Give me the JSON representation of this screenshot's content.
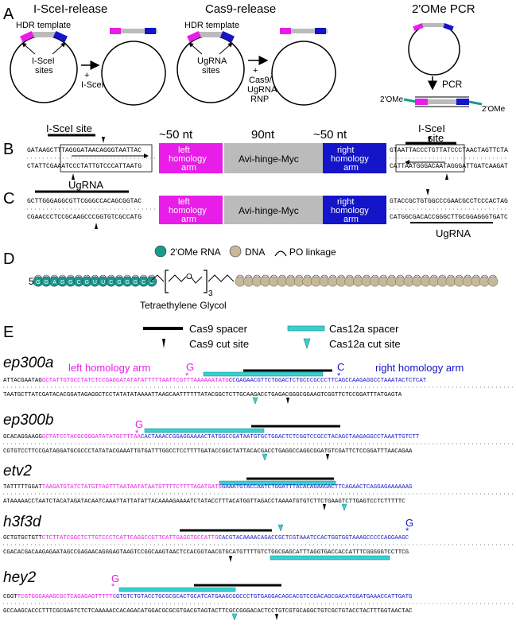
{
  "panels": {
    "A": {
      "letter": "A",
      "iscei": {
        "title": "I-SceI-release",
        "template": "HDR template",
        "sites": "I-SceI sites",
        "site_line1": "I-SceI",
        "site_line2": "sites",
        "plus": "+",
        "enzyme": "I-SceI"
      },
      "cas9": {
        "title": "Cas9-release",
        "template": "HDR template",
        "site_line1": "UgRNA",
        "site_line2": "sites",
        "plus": "+",
        "enz1": "Cas9/",
        "enz2": "UgRNA",
        "enz3": "RNP"
      },
      "pcr": {
        "title": "2'OMe PCR",
        "step": "PCR",
        "left_mod": "2'OMe",
        "right_mod": "2'OMe"
      }
    },
    "B": {
      "letter": "B",
      "left_site": "I-SceI site",
      "left_top": "GATAAGCTTTAGGGATAACAGGGTAATTAC",
      "left_bot": "CTATTCGAAATCCCTATTGTCCCATTAATG",
      "len_left": "~50 nt",
      "len_mid": "90nt",
      "len_right": "~50 nt",
      "box_left_1": "left",
      "box_left_2": "homology",
      "box_left_3": "arm",
      "box_mid": "Avi-hinge-Myc",
      "box_right_1": "right",
      "box_right_2": "homology",
      "box_right_3": "arm",
      "right_site_1": "I-SceI",
      "right_site_2": "site",
      "right_top": "GTAATTACCCTGTTATCCCTAACTAGTTCTA",
      "right_bot": "CATTAATGGGACAATAGGGATTGATCAAGAT"
    },
    "C": {
      "letter": "C",
      "ugrna_left": "UgRNA",
      "left_top": "GCTTGGGAGGCGTTCGGGCCACAGCGGTAC",
      "left_bot": "CGAACCCTCCGCAAGCCCGGTGTCGCCATG",
      "right_top": "GTACCGCTGTGGCCCGAACGCCTCCCACTAG",
      "right_bot": "CATGGCGACACCGGGCTTGCGGAGGGTGATC",
      "ugrna_right": "UgRNA"
    },
    "D": {
      "letter": "D",
      "legend_rna": "2'OMe RNA",
      "legend_dna": "DNA",
      "legend_po": "PO linkage",
      "five_prime": "5'",
      "rna_letters": [
        "G",
        "G",
        "A",
        "G",
        "G",
        "C",
        "G",
        "U",
        "U",
        "C",
        "G",
        "G",
        "G",
        "C",
        "C"
      ],
      "subscript": "3",
      "linker_label": "Tetraethylene Glycol",
      "colors": {
        "rna": "#1a9a8a",
        "dna": "#c8b89a"
      }
    },
    "E": {
      "letter": "E",
      "legend": {
        "cas9_spacer": "Cas9 spacer",
        "cas9_cut": "Cas9 cut site",
        "cas12a_spacer": "Cas12a spacer",
        "cas12a_cut": "Cas12a cut site"
      },
      "genes": [
        {
          "name": "ep300a",
          "left_arm": "left homology arm",
          "right_arm": "right homology arm",
          "mut_left": "G",
          "mut_right": "C",
          "top_black": "ATTACGAATAG",
          "top_mag": "GCTATTGTGCCTATCTCCGAGGATATATATTTTTAATTCGTTTAAAAAATATG",
          "top_blue": "CCGAGAACGTTCTGGACTCTGCCCGCCCTTCAGCCAAGAGGCCTAAATACTCTCAT",
          "bottom": "TAATGCTTATCGATACACGGATAGAGGCTCCTATATATAAAATTAAGCAATTTTTTATACGGCTCTTGCAAGACCTGAGACGGGCGGAAGTCGGTTCTCCGGATTTATGAGTA"
        },
        {
          "name": "ep300b",
          "mut_left": "G",
          "top_black": "GCACAGGAAGG",
          "top_mag": "GCTATCCTACGCGGGATATATGCTTTAA",
          "top_blue": "CACTAAACCGGAGGAAAACTATGGCCGATAATGTGCTGGACTCTCGGTCCGCCTACAGCTAAGAGGCCTAAATTGTCTT",
          "bottom": "CGTGTCCTTCCGATAGGATGCGCCCTATATACGAAATTGTGATTTGGCCTCCTTTTGATACCGGCTATTACACGACCTGAGGCCAGGCGGATGTCGATTCTCCGGATTTAACAGAA"
        },
        {
          "name": "etv2",
          "top_black": "TATTTTTGGAT",
          "top_mag": "TAAGATGTATCTATGTTAGTTTAATAATATAATGTTTTCTTTTAGATGATG",
          "top_blue": "GAAATGTACCAATCTGGATTTACACAGAAGACTTCAGAACTCAGGAGAAAAAAG",
          "bottom": "ATAAAAACCTAATCTACATAGATACAATCAAATTATTATATTACAAAAGAAAATCTATACCTTTACATGGTTAGACCTAAAATGTGTCTTCTGAAGTCTTGAGTCCTCTTTTTC"
        },
        {
          "name": "h3f3d",
          "mut_right": "G",
          "top_black": "GCTGTGCTGTT",
          "top_mag": "CTCTTATCGGCTCTTGTCCCTCATTCAGGCCGTTCATTGAGGTGCCATTG",
          "top_blue": "CACGTACAAAACAGACCGCTCGTAAATCCACTGGTGGTAAAGCCCCCAGGAAGC",
          "bottom": "CGACACGACAAGAGAATAGCCGAGAACAGGGAGTAAGTCCGGCAAGTAACTCCACGGTAACGTGCATGTTTTGTCTGGCGAGCATTTAGGTGACCACCATTTCGGGGGTCCTTCG"
        },
        {
          "name": "hey2",
          "mut_left": "G",
          "top_black": "CGGT",
          "top_mag": "TCGTGGGAAAGCGCTCAGAGAGTTTTTG",
          "top_blue": "GTGTCTGTACCTGCGCGCACTGCATCATGAAGCGGCCCTGTGAGGACAGCACGTCCGACAGCGACATGGATGAAACCATTGATG",
          "bottom": "GCCAAGCACCCTTTCGCGAGTCTCTCAAAAACCACAGACATGGACGCGCGTGACGTAGTACTTCGCCGGGACACTCCTGTCGTGCAGGCTGTCGCTGTACCTACTTTGGTAACTAC"
        }
      ]
    }
  }
}
